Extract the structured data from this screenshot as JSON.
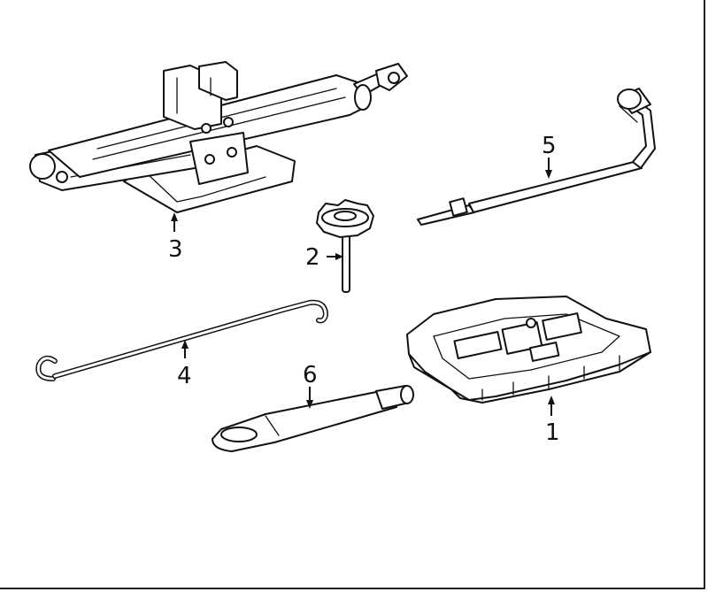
{
  "callouts": [
    {
      "id": "1",
      "label": "1",
      "part": "jack-tray"
    },
    {
      "id": "2",
      "label": "2",
      "part": "hold-down-bolt"
    },
    {
      "id": "3",
      "label": "3",
      "part": "scissor-jack"
    },
    {
      "id": "4",
      "label": "4",
      "part": "jack-handle-rod"
    },
    {
      "id": "5",
      "label": "5",
      "part": "jack-crank-handle"
    },
    {
      "id": "6",
      "label": "6",
      "part": "tow-eye-hook"
    }
  ]
}
